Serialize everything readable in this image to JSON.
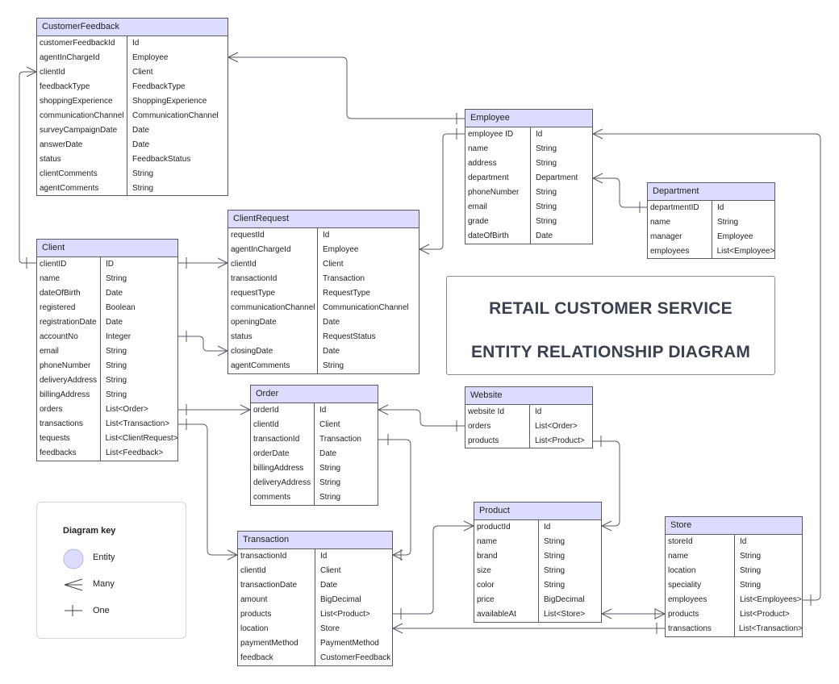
{
  "title": {
    "line1": "RETAIL CUSTOMER SERVICE",
    "line2": "ENTITY RELATIONSHIP DIAGRAM"
  },
  "key": {
    "title": "Diagram key",
    "entity": "Entity",
    "many": "Many",
    "one": "One"
  },
  "colors": {
    "entity_header": "#dcdcff",
    "line": "#5a5a66"
  },
  "entities": {
    "customerfeedback": {
      "name": "CustomerFeedback",
      "rows": [
        [
          "customerFeedbackId",
          "Id"
        ],
        [
          "agentInChargeId",
          "Employee"
        ],
        [
          "clientId",
          "Client"
        ],
        [
          "feedbackType",
          "FeedbackType"
        ],
        [
          "shoppingExperience",
          "ShoppingExperience"
        ],
        [
          "communicationChannel",
          "CommunicationChannel"
        ],
        [
          "surveyCampaignDate",
          "Date"
        ],
        [
          "answerDate",
          "Date"
        ],
        [
          "status",
          "FeedbackStatus"
        ],
        [
          "clientComments",
          "String"
        ],
        [
          "agentComments",
          "String"
        ]
      ]
    },
    "employee": {
      "name": "Employee",
      "rows": [
        [
          "employee ID",
          "Id"
        ],
        [
          "name",
          "String"
        ],
        [
          "address",
          "String"
        ],
        [
          "department",
          "Department"
        ],
        [
          "phoneNumber",
          "String"
        ],
        [
          "email",
          "String"
        ],
        [
          "grade",
          "String"
        ],
        [
          "dateOfBirth",
          "Date"
        ]
      ]
    },
    "department": {
      "name": "Department",
      "rows": [
        [
          "departmentID",
          "Id"
        ],
        [
          "name",
          "String"
        ],
        [
          "manager",
          "Employee"
        ],
        [
          "employees",
          "List<Employee>"
        ]
      ]
    },
    "client": {
      "name": "Client",
      "rows": [
        [
          "clientID",
          "ID"
        ],
        [
          "name",
          "String"
        ],
        [
          "dateOfBirth",
          "Date"
        ],
        [
          "registered",
          "Boolean"
        ],
        [
          "registrationDate",
          "Date"
        ],
        [
          "accountNo",
          "Integer"
        ],
        [
          "email",
          "String"
        ],
        [
          "phoneNumber",
          "String"
        ],
        [
          "deliveryAddress",
          "String"
        ],
        [
          "billingAddress",
          "String"
        ],
        [
          "orders",
          "List<Order>"
        ],
        [
          "transactions",
          "List<Transaction>"
        ],
        [
          "tequests",
          "List<ClientRequest>"
        ],
        [
          "feedbacks",
          "List<Feedback>"
        ]
      ]
    },
    "clientrequest": {
      "name": "ClientRequest",
      "rows": [
        [
          "requestId",
          "Id"
        ],
        [
          "agentInChargeId",
          "Employee"
        ],
        [
          "clientId",
          "Client"
        ],
        [
          "transactionId",
          "Transaction"
        ],
        [
          "requestType",
          "RequestType"
        ],
        [
          "communicationChannel",
          "CommunicationChannel"
        ],
        [
          "openingDate",
          "Date"
        ],
        [
          "status",
          "RequestStatus"
        ],
        [
          "closingDate",
          "Date"
        ],
        [
          "agentComments",
          "String"
        ]
      ]
    },
    "order": {
      "name": "Order",
      "rows": [
        [
          "orderId",
          "Id"
        ],
        [
          "clientId",
          "Client"
        ],
        [
          "transactionId",
          "Transaction"
        ],
        [
          "orderDate",
          "Date"
        ],
        [
          "billingAddress",
          "String"
        ],
        [
          "deliveryAddress",
          "String"
        ],
        [
          "comments",
          "String"
        ]
      ]
    },
    "website": {
      "name": "Website",
      "rows": [
        [
          "website Id",
          "Id"
        ],
        [
          "orders",
          "List<Order>"
        ],
        [
          "products",
          "List<Product>"
        ]
      ]
    },
    "transaction": {
      "name": "Transaction",
      "rows": [
        [
          "transactionId",
          "Id"
        ],
        [
          "clientId",
          "Client"
        ],
        [
          "transactionDate",
          "Date"
        ],
        [
          "amount",
          "BigDecimal"
        ],
        [
          "products",
          "List<Product>"
        ],
        [
          "location",
          "Store"
        ],
        [
          "paymentMethod",
          "PaymentMethod"
        ],
        [
          "feedback",
          "CustomerFeedback"
        ]
      ]
    },
    "product": {
      "name": "Product",
      "rows": [
        [
          "productId",
          "Id"
        ],
        [
          "name",
          "String"
        ],
        [
          "brand",
          "String"
        ],
        [
          "size",
          "String"
        ],
        [
          "color",
          "String"
        ],
        [
          "price",
          "BigDecimal"
        ],
        [
          "availableAt",
          "List<Store>"
        ]
      ]
    },
    "store": {
      "name": "Store",
      "rows": [
        [
          "storeId",
          "Id"
        ],
        [
          "name",
          "String"
        ],
        [
          "location",
          "String"
        ],
        [
          "speciality",
          "String"
        ],
        [
          "employees",
          "List<Employees>"
        ],
        [
          "products",
          "List<Product>"
        ],
        [
          "transactions",
          "List<Transaction>"
        ]
      ]
    }
  }
}
